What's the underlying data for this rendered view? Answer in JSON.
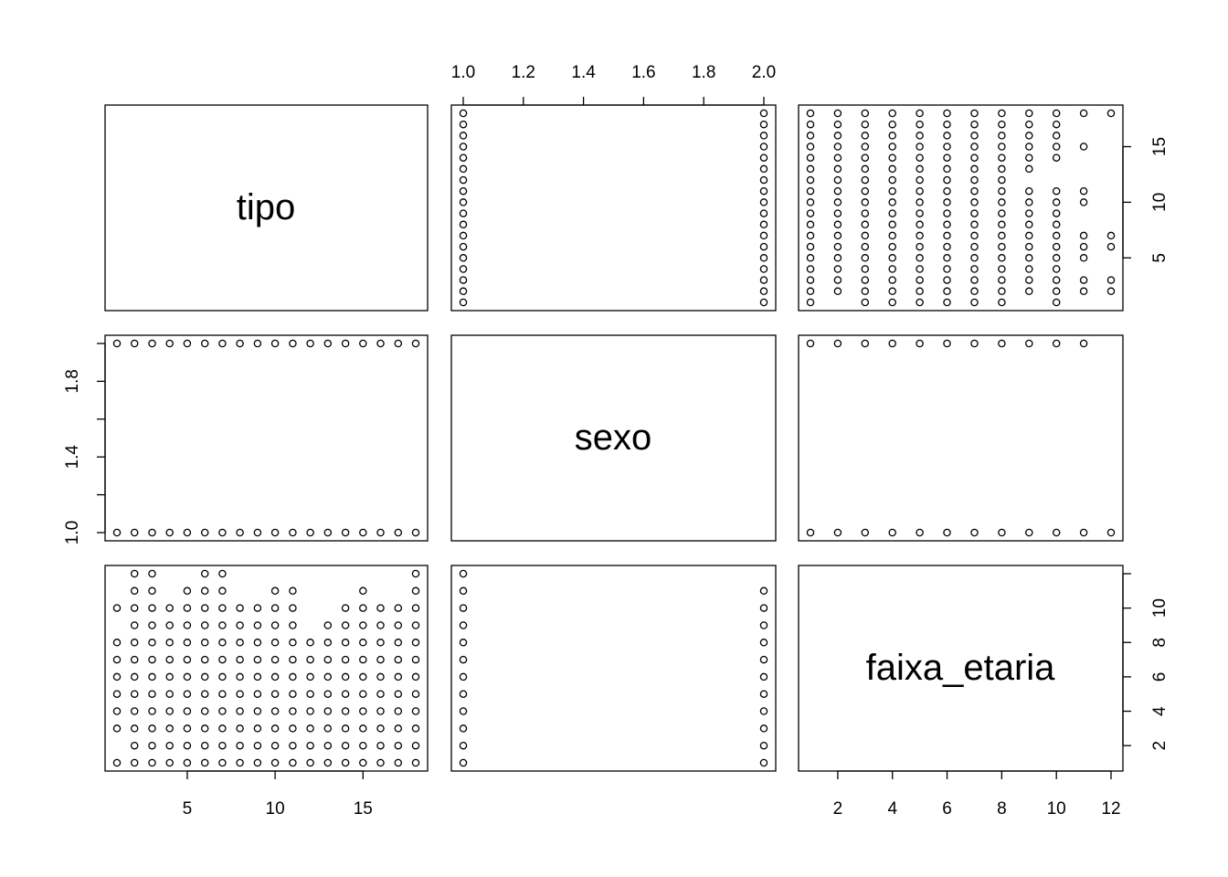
{
  "chart_data": {
    "type": "scatter",
    "kind": "scatterplot-matrix",
    "variables": [
      "tipo",
      "sexo",
      "faixa_etaria"
    ],
    "axes": {
      "tipo": {
        "range": [
          1,
          18
        ],
        "ticks": [
          5,
          10,
          15
        ],
        "tick_labels": [
          "5",
          "10",
          "15"
        ]
      },
      "sexo": {
        "range": [
          1,
          2
        ],
        "ticks_top": [
          1.0,
          1.2,
          1.4,
          1.6,
          1.8,
          2.0
        ],
        "tick_labels_top": [
          "1.0",
          "1.2",
          "1.4",
          "1.6",
          "1.8",
          "2.0"
        ],
        "ticks_left": [
          1.0,
          1.2,
          1.4,
          1.6,
          1.8,
          2.0
        ],
        "tick_labels_left": [
          "1.0",
          "",
          "1.4",
          "",
          "1.8",
          ""
        ]
      },
      "faixa_etaria": {
        "range": [
          1,
          12
        ],
        "ticks_bottom": [
          2,
          4,
          6,
          8,
          10,
          12
        ],
        "tick_labels_bottom": [
          "2",
          "4",
          "6",
          "8",
          "10",
          "12"
        ],
        "ticks_right": [
          2,
          4,
          6,
          8,
          10,
          12
        ],
        "tick_labels_right": [
          "2",
          "4",
          "6",
          "8",
          "10",
          ""
        ]
      }
    },
    "tipo_by_sexo": {
      "sexo_1": [
        1,
        2,
        3,
        4,
        5,
        6,
        7,
        8,
        9,
        10,
        11,
        12,
        13,
        14,
        15,
        16,
        17,
        18
      ],
      "sexo_2": [
        1,
        2,
        3,
        4,
        5,
        6,
        7,
        8,
        9,
        10,
        11,
        12,
        13,
        14,
        15,
        16,
        17,
        18
      ]
    },
    "faixa_by_sexo": {
      "sexo_1": [
        1,
        2,
        3,
        4,
        5,
        6,
        7,
        8,
        9,
        10,
        11,
        12
      ],
      "sexo_2": [
        1,
        2,
        3,
        4,
        5,
        6,
        7,
        8,
        9,
        10,
        11
      ]
    },
    "tipo_by_faixa": {
      "1": [
        1,
        2,
        3,
        4,
        5,
        6,
        7,
        8,
        9,
        10,
        11,
        12,
        13,
        14,
        15,
        16,
        17,
        18
      ],
      "2": [
        2,
        3,
        4,
        5,
        6,
        7,
        8,
        9,
        10,
        11,
        12,
        13,
        14,
        15,
        16,
        17,
        18
      ],
      "3": [
        1,
        2,
        3,
        4,
        5,
        6,
        7,
        8,
        9,
        10,
        11,
        12,
        13,
        14,
        15,
        16,
        17,
        18
      ],
      "4": [
        1,
        2,
        3,
        4,
        5,
        6,
        7,
        8,
        9,
        10,
        11,
        12,
        13,
        14,
        15,
        16,
        17,
        18
      ],
      "5": [
        1,
        2,
        3,
        4,
        5,
        6,
        7,
        8,
        9,
        10,
        11,
        12,
        13,
        14,
        15,
        16,
        17,
        18
      ],
      "6": [
        1,
        2,
        3,
        4,
        5,
        6,
        7,
        8,
        9,
        10,
        11,
        12,
        13,
        14,
        15,
        16,
        17,
        18
      ],
      "7": [
        1,
        2,
        3,
        4,
        5,
        6,
        7,
        8,
        9,
        10,
        11,
        12,
        13,
        14,
        15,
        16,
        17,
        18
      ],
      "8": [
        1,
        2,
        3,
        4,
        5,
        6,
        7,
        8,
        9,
        10,
        11,
        12,
        13,
        14,
        15,
        16,
        17,
        18
      ],
      "9": [
        2,
        3,
        4,
        5,
        6,
        7,
        8,
        9,
        10,
        11,
        13,
        14,
        15,
        16,
        17,
        18
      ],
      "10": [
        1,
        2,
        3,
        4,
        5,
        6,
        7,
        8,
        9,
        10,
        11,
        14,
        15,
        16,
        17,
        18
      ],
      "11": [
        2,
        3,
        5,
        6,
        7,
        10,
        11,
        15,
        18
      ],
      "12": [
        2,
        3,
        6,
        7,
        18
      ]
    }
  }
}
